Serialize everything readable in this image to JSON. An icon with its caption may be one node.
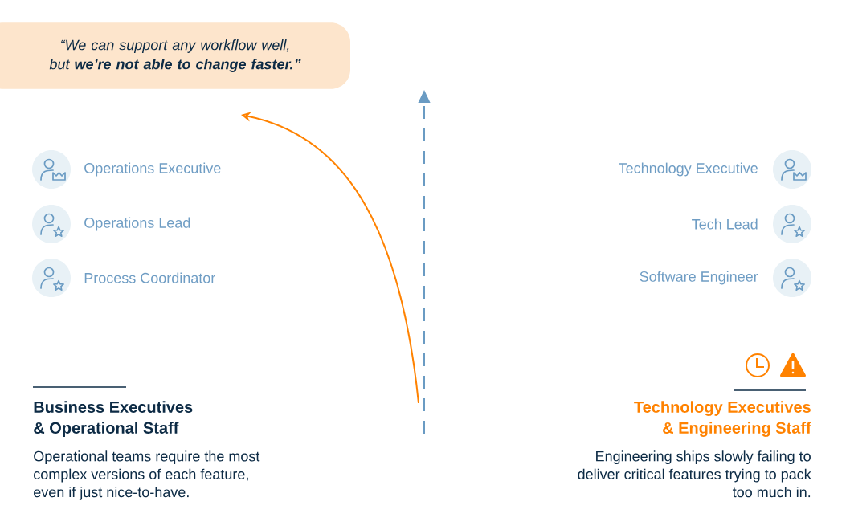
{
  "diagram": {
    "nodes": [
      {
        "text": [
          "“We can support any workflow well, but **we’re not able to change faster.”**"
        ]
      }
    ],
    "labels": [
      "Operations Executive",
      "Technology Executive",
      "Operations Lead",
      "Tech Lead",
      "Process Coordinator",
      "Software Engineer",
      "Business Executives & Operational Staff",
      "Technology Executives & Engineering Staff",
      "Operational teams require the most complex versions of each feature, even if just nice-to-have.",
      "Engineering ships slowly failing to deliver critical features trying to pack too much in."
    ]
  }
}
